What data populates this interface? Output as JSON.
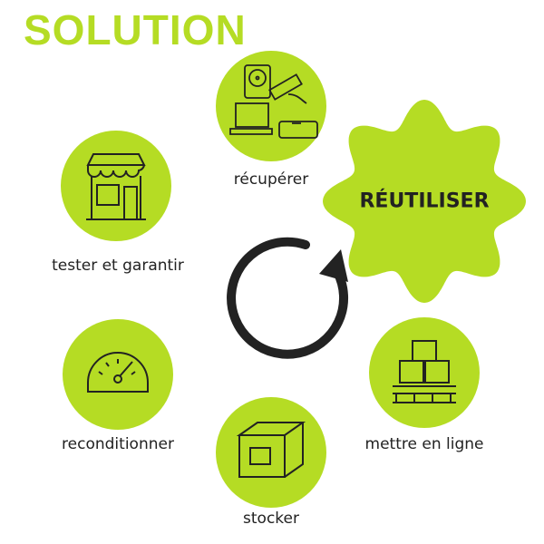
{
  "title": "SOLUTION",
  "center": "RÉUTILISER",
  "steps": [
    {
      "label": "récupérer",
      "icon": "computer-parts-icon"
    },
    {
      "label": "tester et garantir",
      "icon": "shop-icon"
    },
    {
      "label": "reconditionner",
      "icon": "gauge-icon"
    },
    {
      "label": "stocker",
      "icon": "box-icon"
    },
    {
      "label": "mettre en ligne",
      "icon": "pallet-boxes-icon"
    }
  ],
  "colors": {
    "accent": "#b5dc24",
    "dark": "#222222"
  }
}
